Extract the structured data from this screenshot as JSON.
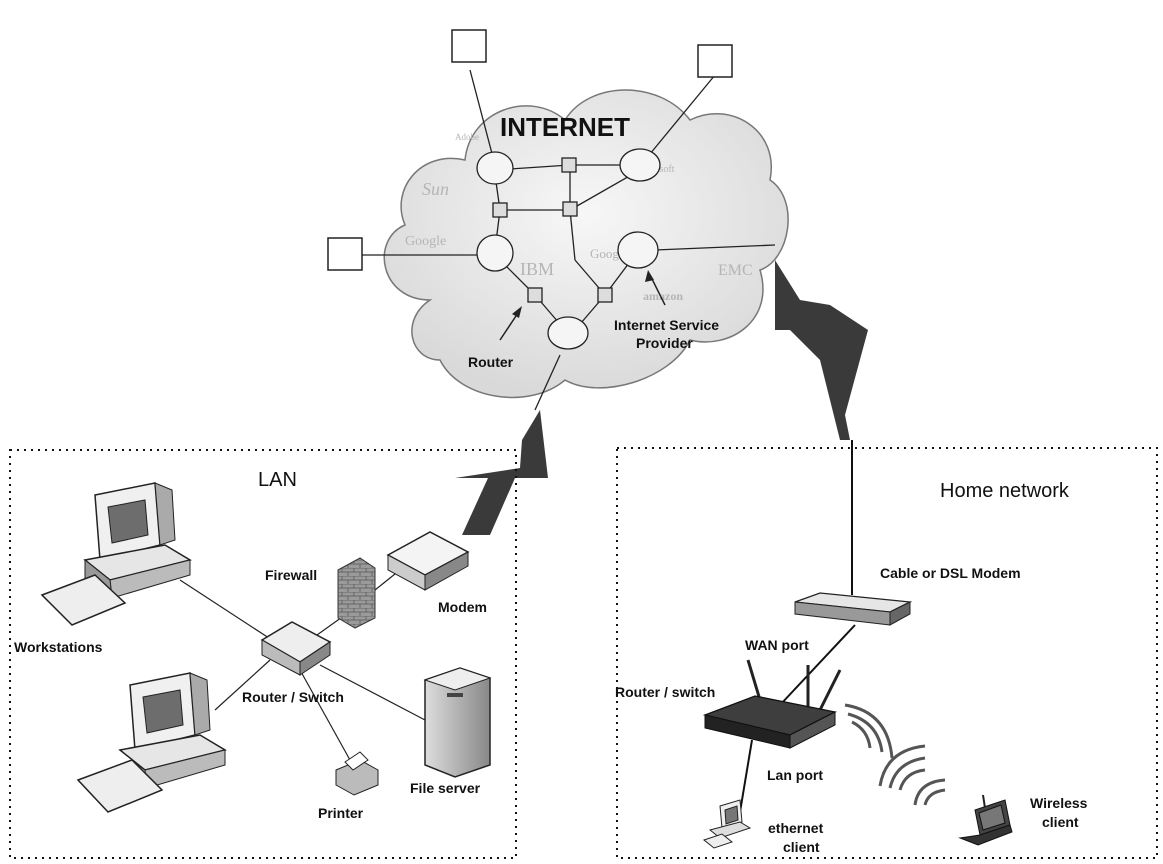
{
  "internet": {
    "title": "INTERNET",
    "router_label": "Router",
    "isp_label_line1": "Internet Service",
    "isp_label_line2": "Provider",
    "watermark_logos": [
      "Sun",
      "Microsoft",
      "IBM",
      "Google",
      "EMC",
      "amazon",
      "Adobe",
      "Google"
    ]
  },
  "lan": {
    "title": "LAN",
    "workstations": "Workstations",
    "router_switch": "Router / Switch",
    "firewall": "Firewall",
    "modem": "Modem",
    "printer": "Printer",
    "file_server": "File server"
  },
  "home": {
    "title": "Home network",
    "modem": "Cable or DSL Modem",
    "wan_port": "WAN port",
    "router_switch": "Router / switch",
    "lan_port": "Lan port",
    "ethernet_client_line1": "ethernet",
    "ethernet_client_line2": "client",
    "wireless_client_line1": "Wireless",
    "wireless_client_line2": "client"
  },
  "colors": {
    "line": "#111111",
    "cloud_fill": "#eeeeee",
    "device_light": "#f2f2f2",
    "device_dark": "#555555",
    "lightning": "#333333"
  }
}
